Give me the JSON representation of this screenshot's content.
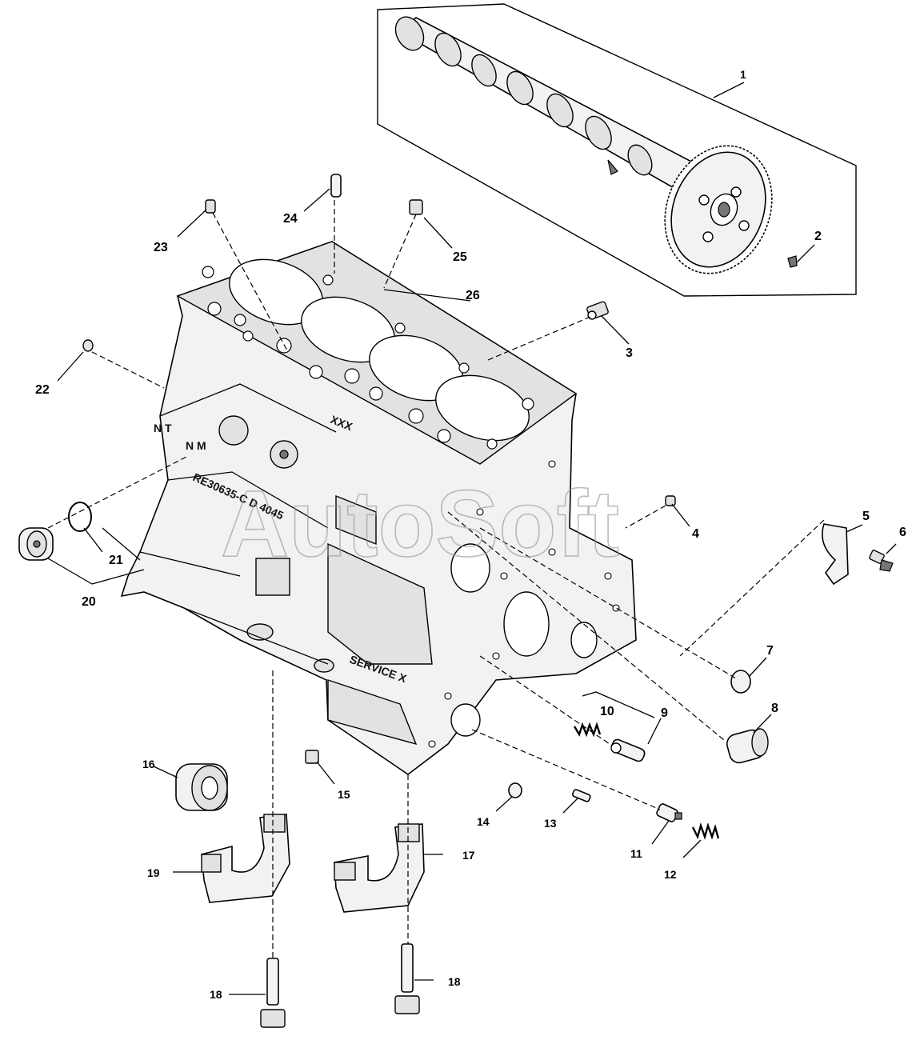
{
  "watermark": "AutoSoft",
  "castings": {
    "part_number": "RE30635-C",
    "model": "4045",
    "mark_d": "D",
    "cyl_mark": "XXX",
    "nt": "N T",
    "nm": "N M",
    "service": "SERVICE X"
  },
  "callouts": [
    {
      "id": "c1",
      "label": "1"
    },
    {
      "id": "c2",
      "label": "2"
    },
    {
      "id": "c3",
      "label": "3"
    },
    {
      "id": "c4",
      "label": "4"
    },
    {
      "id": "c5",
      "label": "5"
    },
    {
      "id": "c6",
      "label": "6"
    },
    {
      "id": "c7",
      "label": "7"
    },
    {
      "id": "c8",
      "label": "8"
    },
    {
      "id": "c9",
      "label": "9"
    },
    {
      "id": "c10",
      "label": "10"
    },
    {
      "id": "c11",
      "label": "11"
    },
    {
      "id": "c12",
      "label": "12"
    },
    {
      "id": "c13",
      "label": "13"
    },
    {
      "id": "c14",
      "label": "14"
    },
    {
      "id": "c15",
      "label": "15"
    },
    {
      "id": "c16",
      "label": "16"
    },
    {
      "id": "c17",
      "label": "17"
    },
    {
      "id": "c18a",
      "label": "18"
    },
    {
      "id": "c18b",
      "label": "18"
    },
    {
      "id": "c19",
      "label": "19"
    },
    {
      "id": "c20",
      "label": "20"
    },
    {
      "id": "c21",
      "label": "21"
    },
    {
      "id": "c22",
      "label": "22"
    },
    {
      "id": "c23",
      "label": "23"
    },
    {
      "id": "c24",
      "label": "24"
    },
    {
      "id": "c25",
      "label": "25"
    },
    {
      "id": "c26",
      "label": "26"
    }
  ]
}
